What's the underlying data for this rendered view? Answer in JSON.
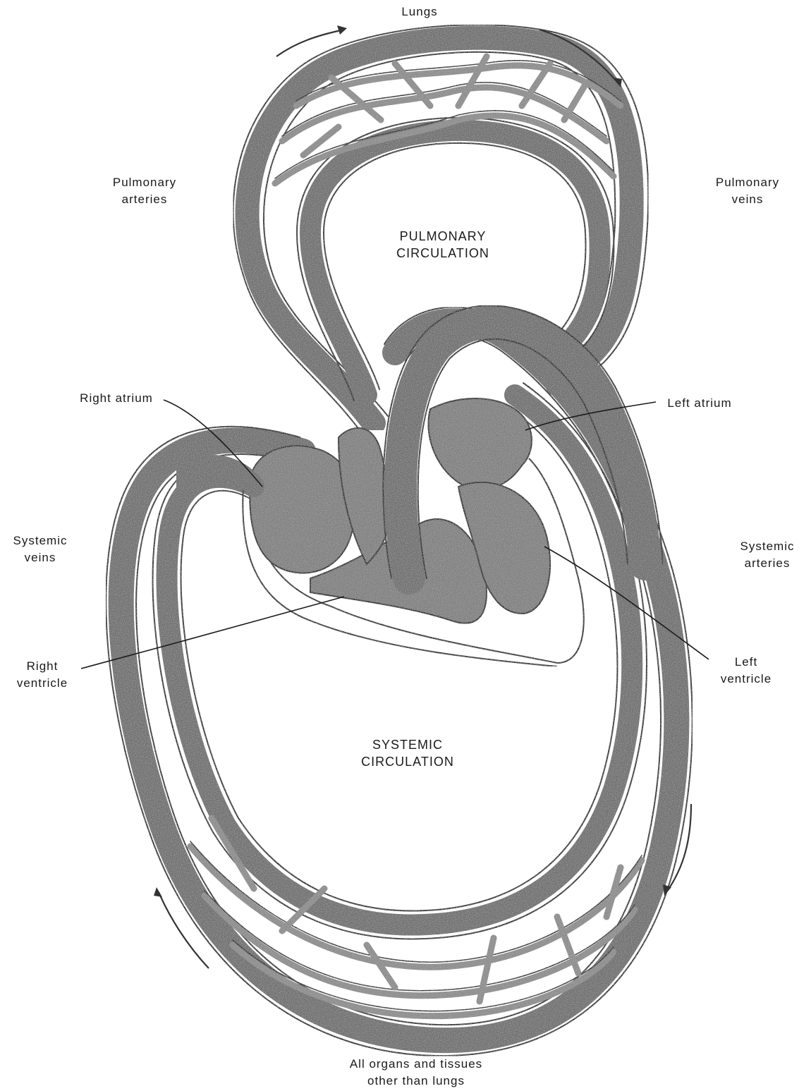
{
  "labels": {
    "lungs": "Lungs",
    "pulmonary_arteries_1": "Pulmonary",
    "pulmonary_arteries_2": "arteries",
    "pulmonary_veins_1": "Pulmonary",
    "pulmonary_veins_2": "veins",
    "pulmonary_circulation_1": "PULMONARY",
    "pulmonary_circulation_2": "CIRCULATION",
    "right_atrium": "Right atrium",
    "left_atrium": "Left atrium",
    "systemic_veins_1": "Systemic",
    "systemic_veins_2": "veins",
    "systemic_arteries_1": "Systemic",
    "systemic_arteries_2": "arteries",
    "right_ventricle_1": "Right",
    "right_ventricle_2": "ventricle",
    "left_ventricle_1": "Left",
    "left_ventricle_2": "ventricle",
    "systemic_circulation_1": "SYSTEMIC",
    "systemic_circulation_2": "CIRCULATION",
    "organs_1": "All organs and tissues",
    "organs_2": "other than lungs"
  },
  "colors": {
    "vessel_fill": "#7d7d7d",
    "outline": "#1c1c1c",
    "background": "#ffffff"
  }
}
